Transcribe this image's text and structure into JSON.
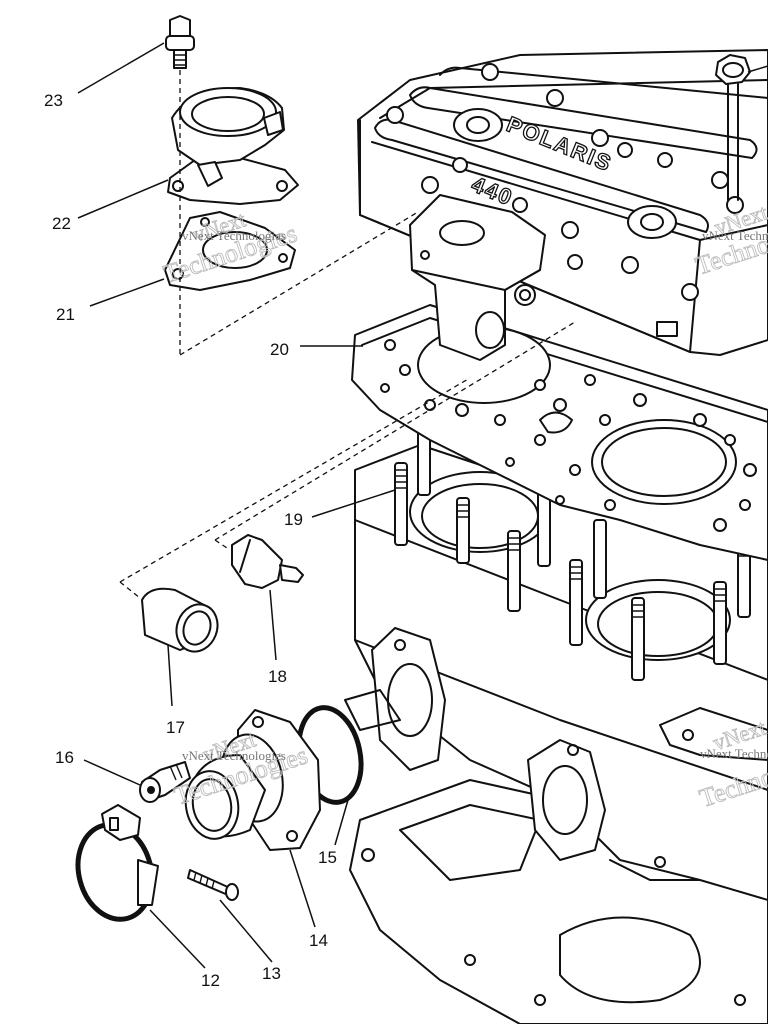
{
  "brand": {
    "name": "POLARIS",
    "model": "440"
  },
  "watermark": {
    "line1": "vNext",
    "line2": "Technologies",
    "small": "vNext Technologies"
  },
  "callouts": [
    {
      "id": "c23",
      "text": "23"
    },
    {
      "id": "c22",
      "text": "22"
    },
    {
      "id": "c21",
      "text": "21"
    },
    {
      "id": "c20",
      "text": "20"
    },
    {
      "id": "c19",
      "text": "19"
    },
    {
      "id": "c18",
      "text": "18"
    },
    {
      "id": "c17",
      "text": "17"
    },
    {
      "id": "c16",
      "text": "16"
    },
    {
      "id": "c15",
      "text": "15"
    },
    {
      "id": "c14",
      "text": "14"
    },
    {
      "id": "c13",
      "text": "13"
    },
    {
      "id": "c12",
      "text": "12"
    }
  ],
  "colors": {
    "ink": "#111111",
    "paper": "#ffffff",
    "watermark": "#bdbdbd"
  }
}
